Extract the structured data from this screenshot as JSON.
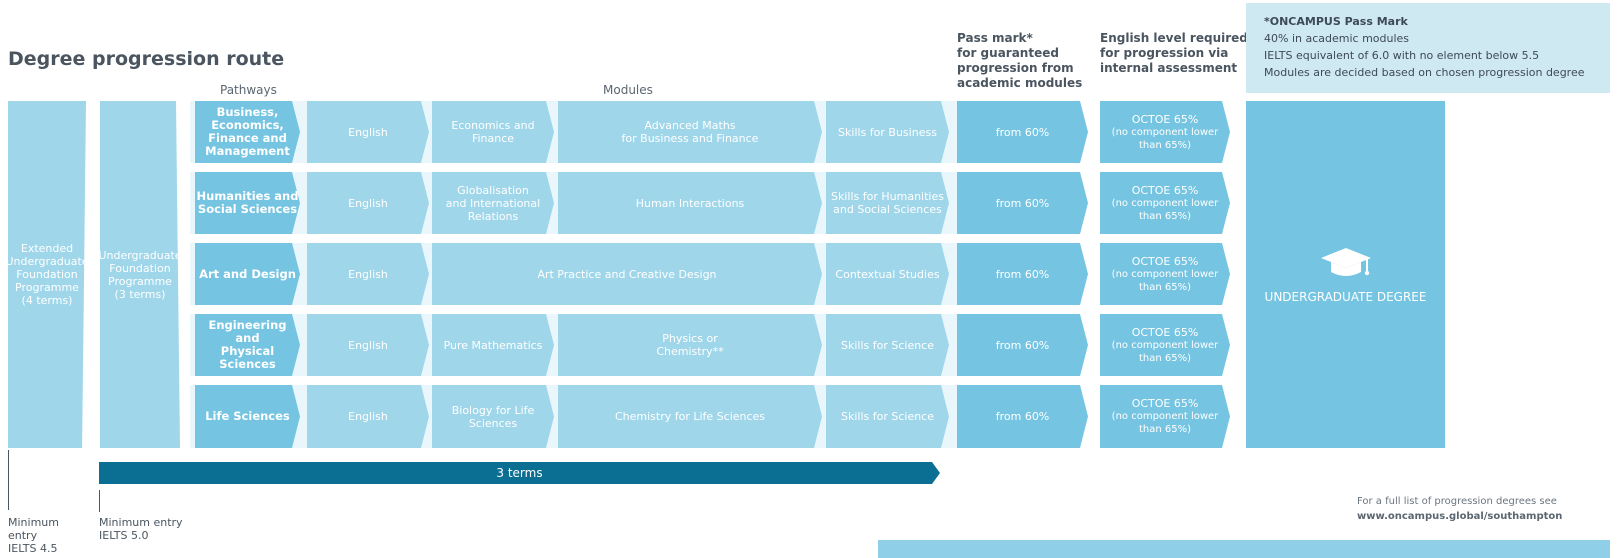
{
  "title": "Degree progression route",
  "headers": {
    "pathways": "Pathways",
    "modules": "Modules",
    "pass_mark": [
      "Pass mark*",
      "for guaranteed",
      "progression from",
      "academic modules"
    ],
    "english_level": [
      "English level required",
      "for progression via",
      "internal assessment"
    ]
  },
  "note": {
    "title_bold": "*ONCAMPUS",
    "title_rest": " Pass Mark",
    "lines": [
      "40% in academic modules",
      "IELTS equivalent of 6.0 with no element below 5.5",
      "Modules are decided based on chosen progression degree"
    ]
  },
  "programmes": {
    "extended": [
      "Extended",
      "Undergraduate",
      "Foundation",
      "Programme",
      "(4 terms)"
    ],
    "foundation": [
      "Undergraduate",
      "Foundation",
      "Programme",
      "(3 terms)"
    ]
  },
  "rows": [
    {
      "pathway": [
        "Business,",
        "Economics,",
        "Finance and",
        "Management"
      ],
      "english": "English",
      "m1": [
        "Economics and",
        "Finance"
      ],
      "m2": [
        "Advanced Maths",
        "for Business and Finance"
      ],
      "skills": [
        "Skills for Business"
      ],
      "pass": "from 60%",
      "octoe": [
        "OCTOE 65%",
        "(no component lower",
        "than 65%)"
      ]
    },
    {
      "pathway": [
        "Humanities and",
        "Social Sciences"
      ],
      "english": "English",
      "m1": [
        "Globalisation",
        "and International",
        "Relations"
      ],
      "m2": [
        "Human Interactions"
      ],
      "skills": [
        "Skills for Humanities",
        "and Social Sciences"
      ],
      "pass": "from 60%",
      "octoe": [
        "OCTOE 65%",
        "(no component lower",
        "than 65%)"
      ]
    },
    {
      "pathway": [
        "Art and Design"
      ],
      "english": "English",
      "merged": [
        "Art Practice and Creative Design"
      ],
      "skills": [
        "Contextual Studies"
      ],
      "pass": "from 60%",
      "octoe": [
        "OCTOE 65%",
        "(no component lower",
        "than 65%)"
      ]
    },
    {
      "pathway": [
        "Engineering and",
        "Physical",
        "Sciences"
      ],
      "english": "English",
      "m1": [
        "Pure Mathematics"
      ],
      "m2": [
        "Physics or",
        "Chemistry**"
      ],
      "skills": [
        "Skills for Science"
      ],
      "pass": "from 60%",
      "octoe": [
        "OCTOE 65%",
        "(no component lower",
        "than 65%)"
      ]
    },
    {
      "pathway": [
        "Life Sciences"
      ],
      "english": "English",
      "m1": [
        "Biology for Life",
        "Sciences"
      ],
      "m2": [
        "Chemistry for Life Sciences"
      ],
      "skills": [
        "Skills for Science"
      ],
      "pass": "from 60%",
      "octoe": [
        "OCTOE 65%",
        "(no component lower",
        "than 65%)"
      ]
    }
  ],
  "degree": "UNDERGRADUATE DEGREE",
  "terms_bar": "3 terms",
  "minimum_entry_1": [
    "Minimum",
    "entry",
    "IELTS 4.5"
  ],
  "minimum_entry_2": [
    "Minimum entry",
    "IELTS 5.0"
  ],
  "link_note": "For a full list of progression degrees see",
  "link_url": "www.oncampus.global/southampton",
  "icons": {
    "degree": "graduation-cap-icon"
  },
  "colors": {
    "light": "#9fd6ea",
    "dark": "#75c4e1",
    "bar": "#0b6e93",
    "band": "#e9f6fb"
  }
}
